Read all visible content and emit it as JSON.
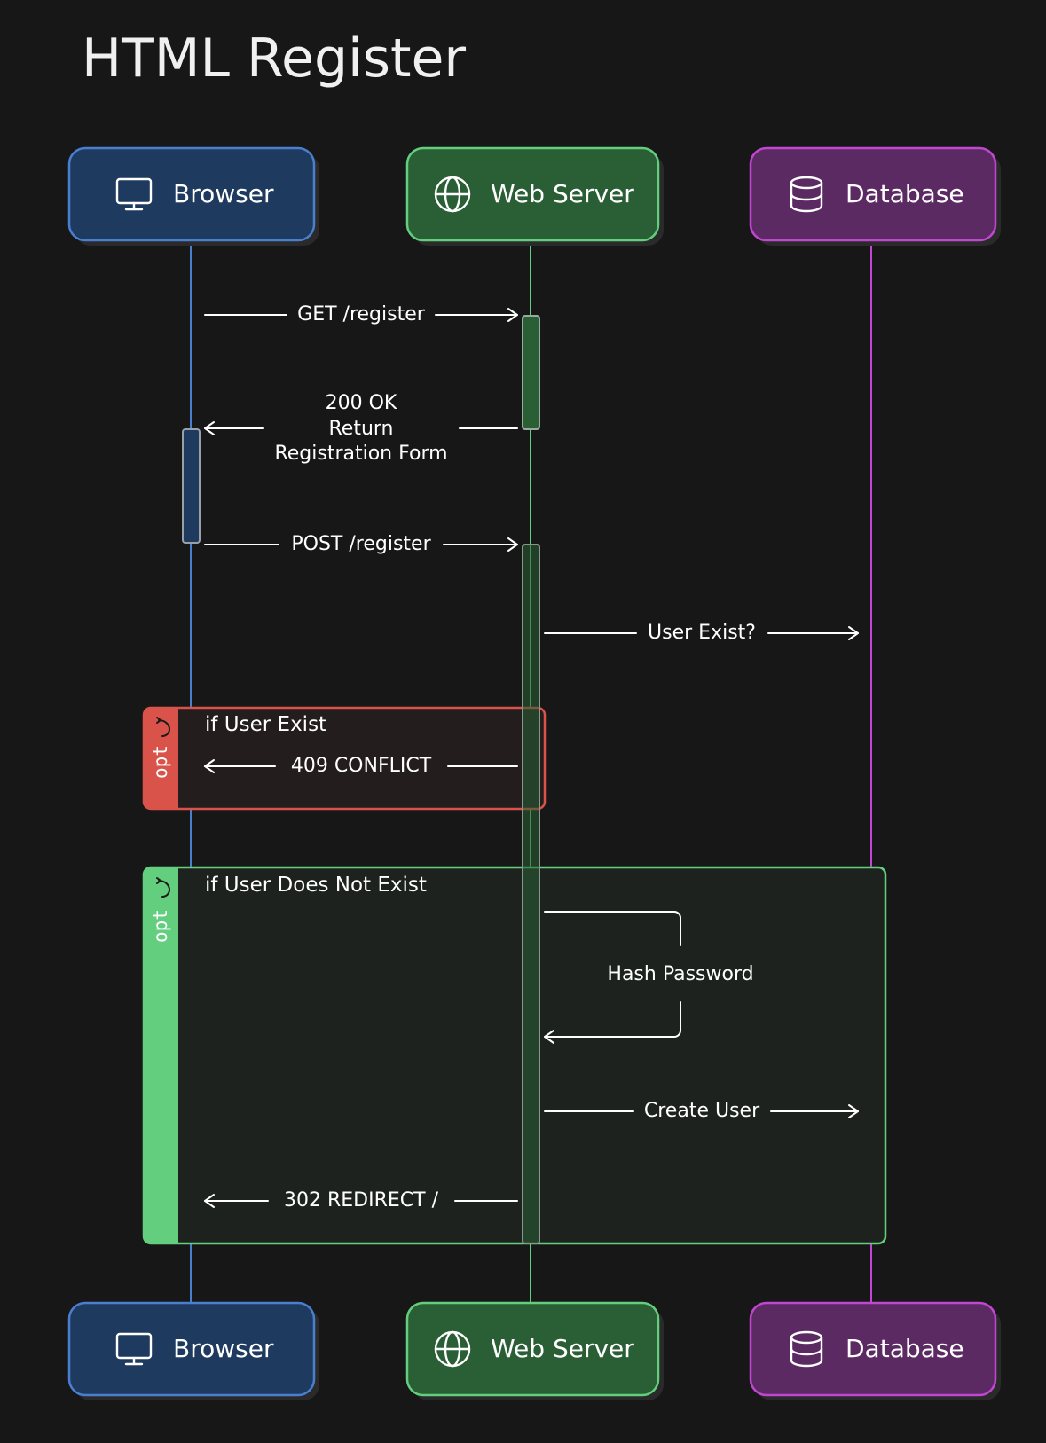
{
  "title": "HTML Register",
  "participants": [
    {
      "id": "browser",
      "label": "Browser",
      "icon": "monitor-icon",
      "fill": "#1f3a5f",
      "stroke": "#4a7fd0"
    },
    {
      "id": "web_server",
      "label": "Web Server",
      "icon": "globe-icon",
      "fill": "#2a5f35",
      "stroke": "#63cf7e"
    },
    {
      "id": "database",
      "label": "Database",
      "icon": "database-icon",
      "fill": "#5c2a62",
      "stroke": "#c146d2"
    }
  ],
  "messages": [
    {
      "from": "browser",
      "to": "web_server",
      "lines": [
        "GET /register"
      ]
    },
    {
      "from": "web_server",
      "to": "browser",
      "lines": [
        "200 OK",
        "Return",
        "Registration Form"
      ]
    },
    {
      "from": "browser",
      "to": "web_server",
      "lines": [
        "POST /register"
      ]
    },
    {
      "from": "web_server",
      "to": "database",
      "lines": [
        "User Exist?"
      ]
    },
    {
      "from": "web_server",
      "to": "browser",
      "lines": [
        "409 CONFLICT"
      ]
    },
    {
      "from": "web_server",
      "to": "web_server",
      "lines": [
        "Hash Password"
      ]
    },
    {
      "from": "web_server",
      "to": "database",
      "lines": [
        "Create User"
      ]
    },
    {
      "from": "web_server",
      "to": "browser",
      "lines": [
        "302 REDIRECT /"
      ]
    }
  ],
  "frames": [
    {
      "type": "opt",
      "condition": "if User Exist",
      "accent": "#d9534a",
      "fill": "#231d1d"
    },
    {
      "type": "opt",
      "condition": "if User Does Not Exist",
      "accent": "#63cf7e",
      "fill": "#1d221f"
    }
  ],
  "colors": {
    "background": "#171717",
    "arrow": "#ffffff",
    "browser_activation": "#1f3a5f",
    "server_activation": "#2a5f35"
  }
}
